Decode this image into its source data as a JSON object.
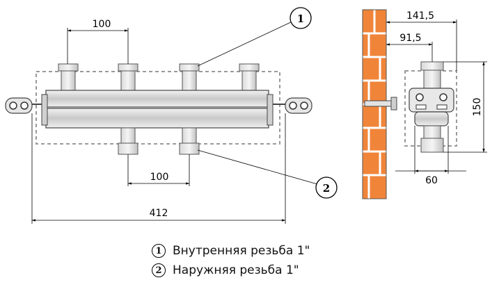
{
  "dimensions": {
    "top_spacing": "100",
    "bottom_spacing": "100",
    "total_length": "412",
    "wall_depth": "141,5",
    "wall_offset": "91,5",
    "height": "150",
    "depth": "60"
  },
  "callouts": {
    "first": "1",
    "second": "2"
  },
  "legend": [
    {
      "num": "1",
      "text": "Внутренняя резьба 1\""
    },
    {
      "num": "2",
      "text": "Наружняя резьба 1\""
    }
  ],
  "colors": {
    "brick": "#f0853a",
    "mortar": "#ffffff",
    "metal": "#d8d8d8",
    "dashed": "#9a9a9a"
  }
}
